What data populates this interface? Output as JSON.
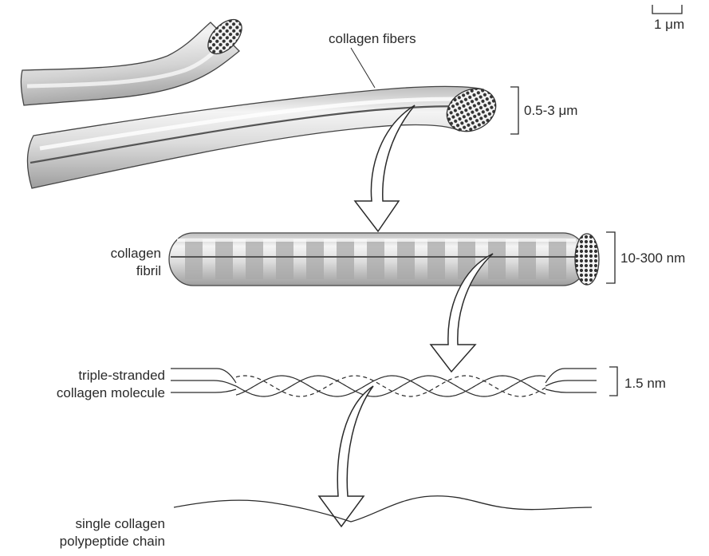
{
  "labels": {
    "scale_bar": "1 μm",
    "fibers": "collagen fibers",
    "fibers_size": "0.5-3 μm",
    "fibril_line1": "collagen",
    "fibril_line2": "fibril",
    "fibril_size": "10-300 nm",
    "molecule_line1": "triple-stranded",
    "molecule_line2": "collagen molecule",
    "molecule_size": "1.5 nm",
    "chain_line1": "single collagen",
    "chain_line2": "polypeptide chain"
  },
  "colors": {
    "ink": "#2a2a2a",
    "fiber_light": "#f2f2f2",
    "fiber_mid": "#d6d6d6",
    "fiber_dark": "#a8a8a8",
    "band": "#b9b9b9"
  }
}
